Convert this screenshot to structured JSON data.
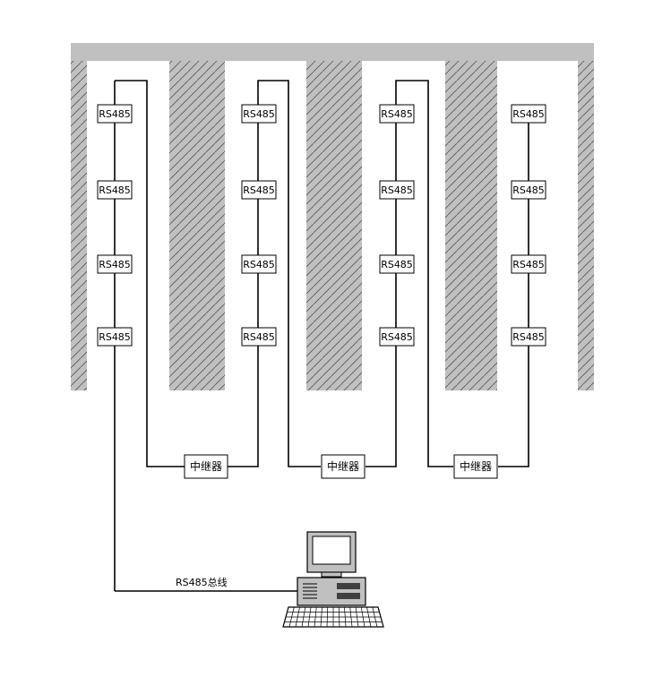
{
  "diagram": {
    "colors": {
      "wall_fill": "#c0c0c0",
      "hatch": "#555555",
      "line": "#000000",
      "box_fill": "#ffffff"
    },
    "nodes": {
      "columns": [
        {
          "labels": [
            "RS485",
            "RS485",
            "RS485",
            "RS485"
          ]
        },
        {
          "labels": [
            "RS485",
            "RS485",
            "RS485",
            "RS485"
          ]
        },
        {
          "labels": [
            "RS485",
            "RS485",
            "RS485",
            "RS485"
          ]
        },
        {
          "labels": [
            "RS485",
            "RS485",
            "RS485",
            "RS485"
          ]
        }
      ]
    },
    "repeaters": [
      {
        "label": "中继器"
      },
      {
        "label": "中继器"
      },
      {
        "label": "中继器"
      }
    ],
    "bus_label": "RS485总线",
    "computer_icon": "desktop-computer-icon"
  }
}
